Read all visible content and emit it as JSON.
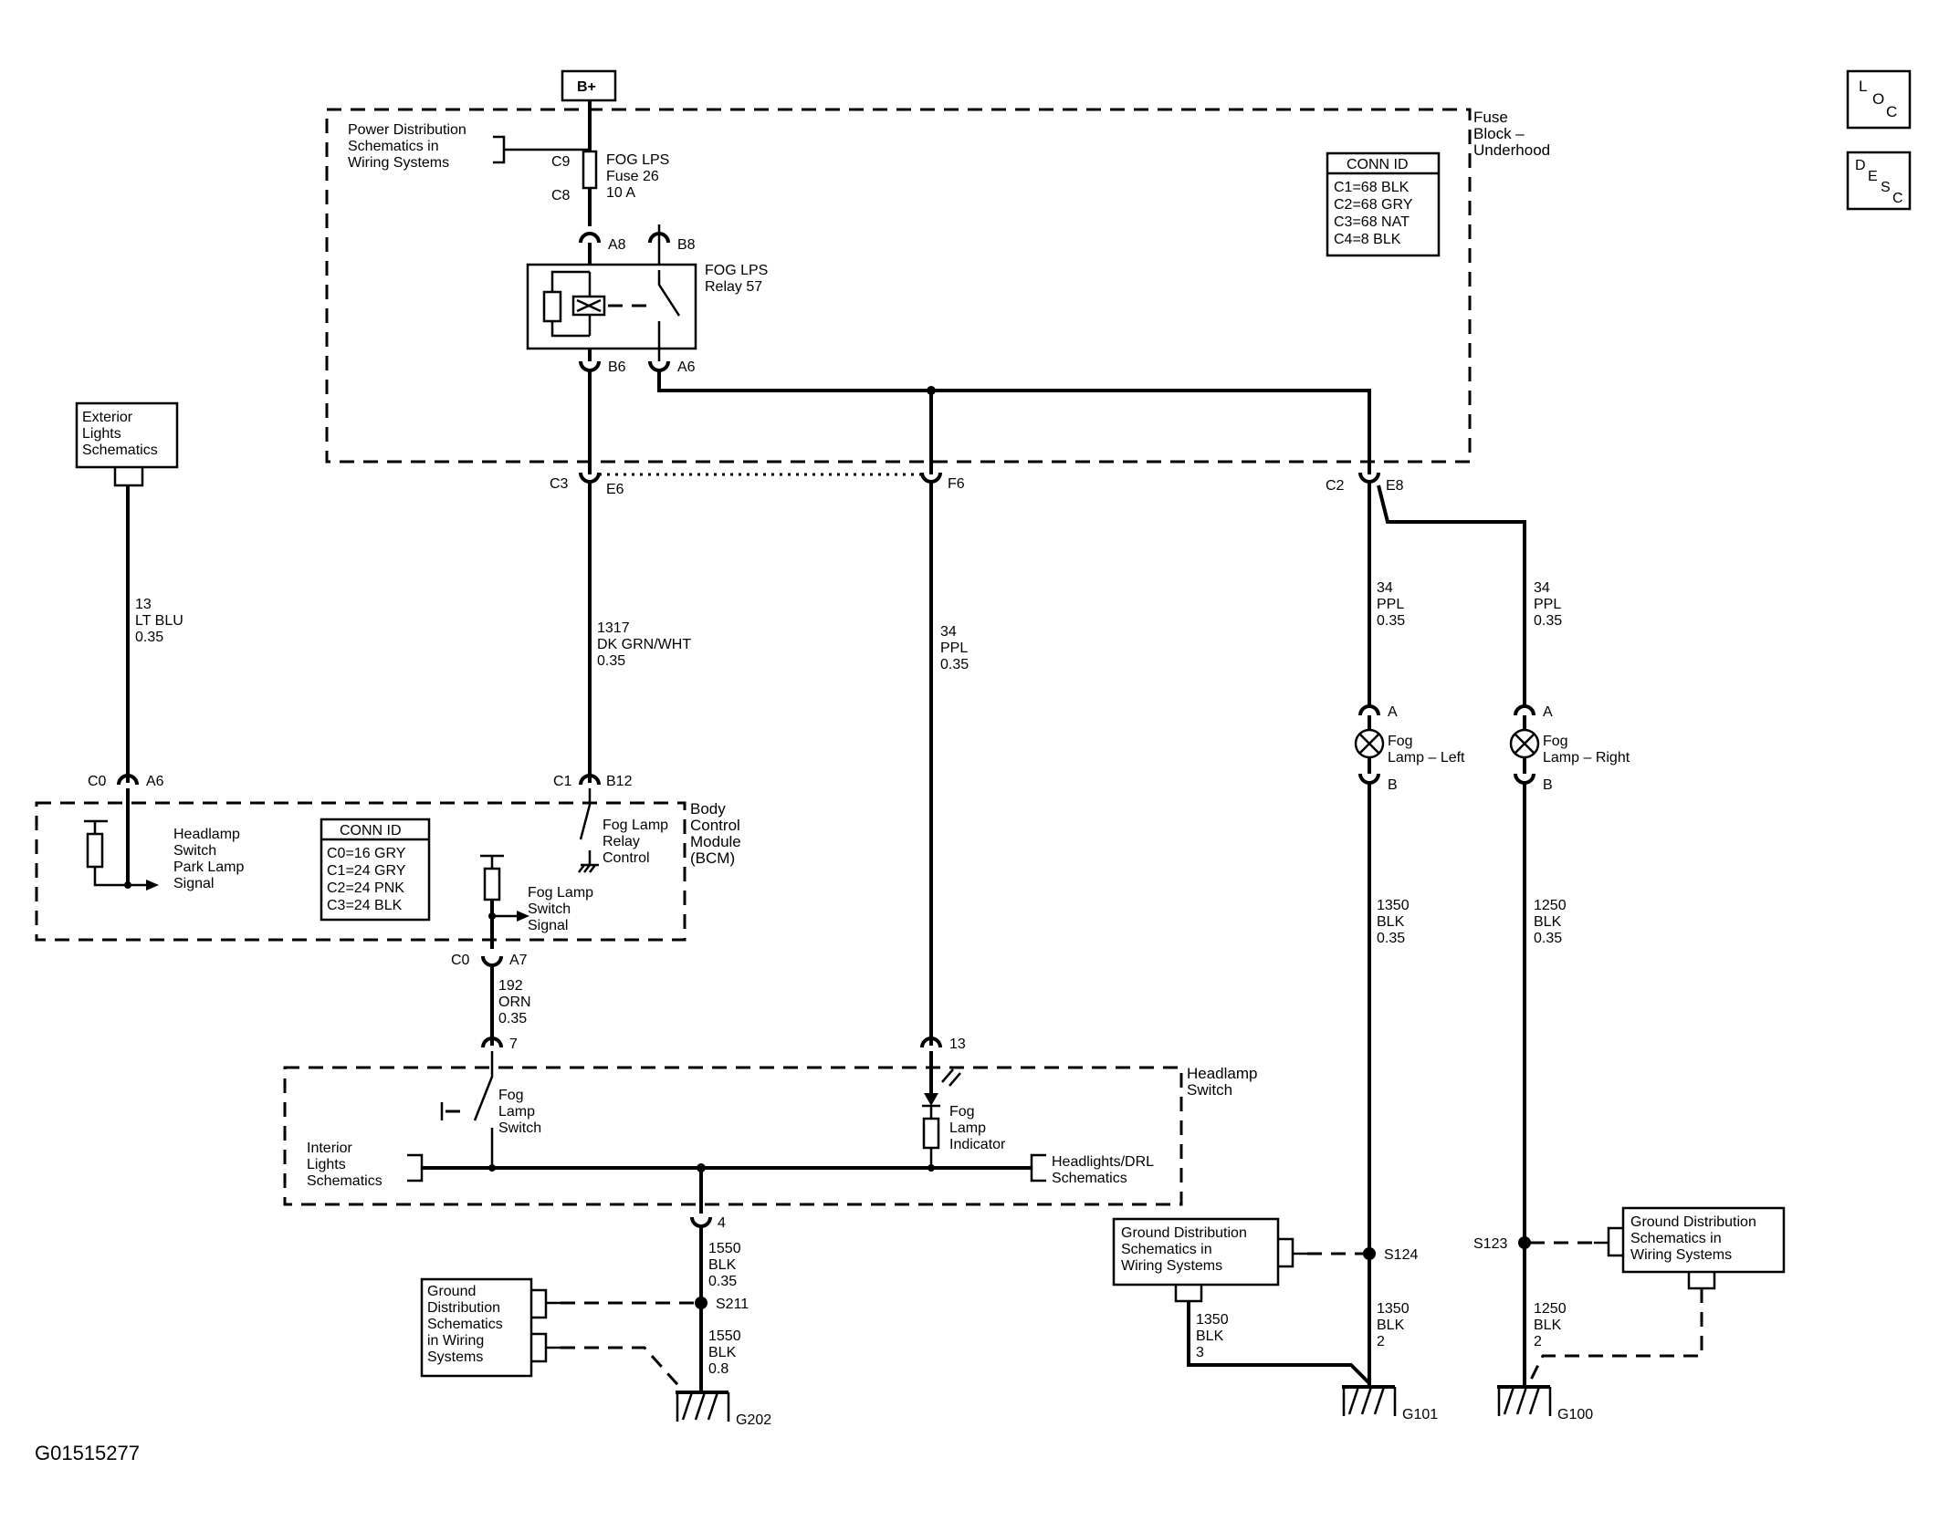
{
  "figure_id": "G01515277",
  "nav_buttons": {
    "loc": [
      "L",
      "O",
      "C"
    ],
    "desc": [
      "D",
      "E",
      "S",
      "C"
    ]
  },
  "power": {
    "label": "B+"
  },
  "fuse_block": {
    "title": [
      "Fuse",
      "Block –",
      "Underhood"
    ],
    "ref_power": [
      "Power Distribution",
      "Schematics in",
      "Wiring  Systems"
    ],
    "fuse_pins": [
      "C9",
      "C8"
    ],
    "fuse_label": [
      "FOG LPS",
      "Fuse 26",
      "10 A"
    ],
    "relay_label": [
      "FOG LPS",
      "Relay 57"
    ],
    "relay_pins": [
      "A8",
      "B8",
      "B6",
      "A6"
    ],
    "conn_title": "CONN ID",
    "conn_ids": [
      "C1=68 BLK",
      "C2=68 GRY",
      "C3=68 NAT",
      "C4=8 BLK"
    ],
    "out_pins": {
      "c3": "C3",
      "e6": "E6",
      "f6": "F6",
      "c2": "C2",
      "e8": "E8"
    }
  },
  "exterior_ref": [
    "Exterior",
    "Lights",
    "Schematics"
  ],
  "wires": {
    "w13": [
      "13",
      "LT BLU",
      "0.35"
    ],
    "w1317": [
      "1317",
      "DK GRN/WHT",
      "0.35"
    ],
    "w34_mid": [
      "34",
      "PPL",
      "0.35"
    ],
    "w34_left": [
      "34",
      "PPL",
      "0.35"
    ],
    "w34_right": [
      "34",
      "PPL",
      "0.35"
    ],
    "w192": [
      "192",
      "ORN",
      "0.35"
    ],
    "w1350": [
      "1350",
      "BLK",
      "0.35"
    ],
    "w1250": [
      "1250",
      "BLK",
      "0.35"
    ],
    "w1550a": [
      "1550",
      "BLK",
      "0.35"
    ],
    "w1550b": [
      "1550",
      "BLK",
      "0.8"
    ],
    "w1350b": [
      "1350",
      "BLK",
      "2"
    ],
    "w1350c": [
      "1350",
      "BLK",
      "3"
    ],
    "w1250b": [
      "1250",
      "BLK",
      "2"
    ]
  },
  "bcm": {
    "title": [
      "Body",
      "Control",
      "Module",
      "(BCM)"
    ],
    "pins": {
      "c0": "C0",
      "a6": "A6",
      "c1": "C1",
      "b12": "B12",
      "c0b": "C0",
      "a7": "A7"
    },
    "park_signal": [
      "Headlamp",
      "Switch",
      "Park Lamp",
      "Signal"
    ],
    "relay_ctrl": [
      "Fog Lamp",
      "Relay",
      "Control"
    ],
    "switch_signal": [
      "Fog Lamp",
      "Switch",
      "Signal"
    ],
    "conn_title": "CONN ID",
    "conn_ids": [
      "C0=16 GRY",
      "C1=24 GRY",
      "C2=24 PNK",
      "C3=24 BLK"
    ]
  },
  "headlamp_switch": {
    "title": [
      "Headlamp",
      "Switch"
    ],
    "pins": {
      "p7": "7",
      "p13": "13",
      "p4": "4"
    },
    "fog_switch": [
      "Fog",
      "Lamp",
      "Switch"
    ],
    "indicator": [
      "Fog",
      "Lamp",
      "Indicator"
    ],
    "interior_ref": [
      "Interior",
      "Lights",
      "Schematics"
    ],
    "drl_ref": [
      "Headlights/DRL",
      "Schematics"
    ]
  },
  "lamps": {
    "left": {
      "label": [
        "Fog",
        "Lamp – Left"
      ],
      "pins": [
        "A",
        "B"
      ]
    },
    "right": {
      "label": [
        "Fog",
        "Lamp – Right"
      ],
      "pins": [
        "A",
        "B"
      ]
    }
  },
  "grounds": {
    "ref_left": [
      "Ground",
      "Distribution",
      "Schematics",
      "in Wiring",
      "Systems"
    ],
    "ref_mid": [
      "Ground Distribution",
      "Schematics in",
      "Wiring Systems"
    ],
    "ref_right": [
      "Ground Distribution",
      "Schematics in",
      "Wiring Systems"
    ],
    "splices": {
      "s211": "S211",
      "s124": "S124",
      "s123": "S123"
    },
    "names": {
      "g202": "G202",
      "g101": "G101",
      "g100": "G100"
    }
  }
}
